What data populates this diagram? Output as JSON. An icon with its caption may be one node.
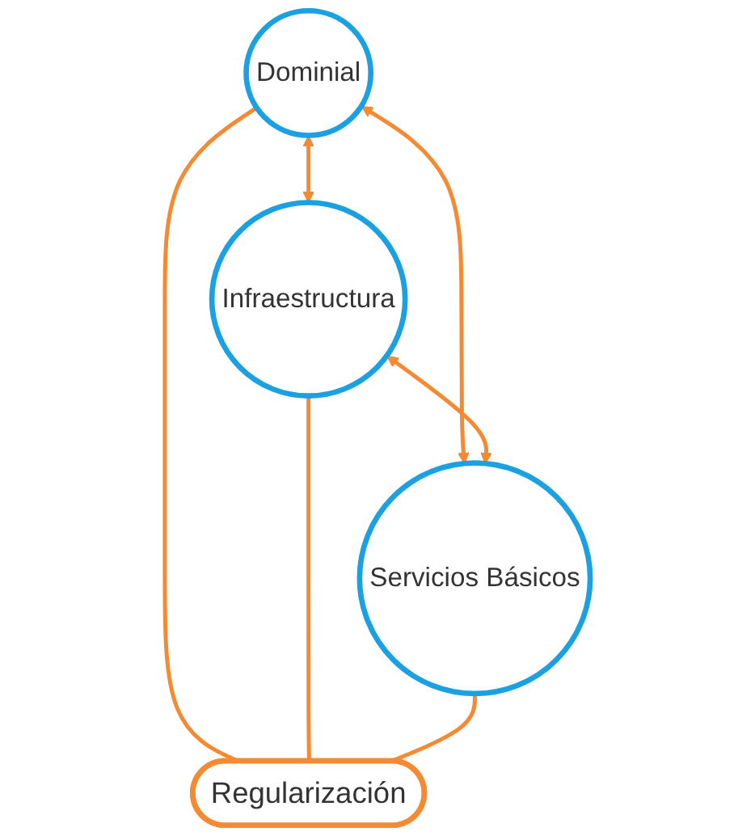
{
  "diagram": {
    "nodes": [
      {
        "text": [
          "Dominial"
        ]
      },
      {
        "text": [
          "Regularización"
        ]
      },
      {
        "text": [
          "Infraestructura"
        ]
      },
      {
        "text": [
          "Servicios Básicos"
        ]
      }
    ],
    "edges": [
      {
        "from": 0,
        "to": 2,
        "arrow": "both"
      },
      {
        "from": 0,
        "to": 3,
        "arrow": "both"
      },
      {
        "from": 2,
        "to": 3,
        "arrow": "both"
      },
      {
        "from": 1,
        "to": 0,
        "arrow": "none"
      },
      {
        "from": 1,
        "to": 2,
        "arrow": "none"
      },
      {
        "from": 1,
        "to": 3,
        "arrow": "none"
      }
    ]
  }
}
